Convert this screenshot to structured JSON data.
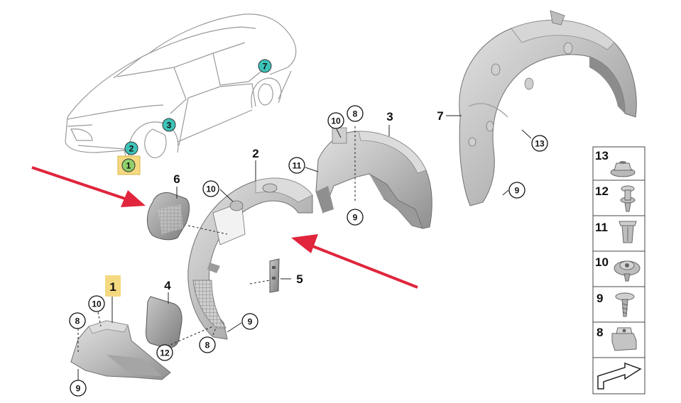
{
  "car_markers": [
    {
      "label": "1",
      "style": "highlight-square"
    },
    {
      "label": "2",
      "style": "teal-circle"
    },
    {
      "label": "3",
      "style": "teal-circle"
    },
    {
      "label": "7",
      "style": "teal-circle"
    }
  ],
  "parts": {
    "p1": "1",
    "p2": "2",
    "p3": "3",
    "p4": "4",
    "p5": "5",
    "p6": "6",
    "p7": "7"
  },
  "callouts": {
    "c10_a": "10",
    "c8_a": "8",
    "c9_a": "9",
    "c10_b": "10",
    "c12": "12",
    "c8_b": "8",
    "c9_b": "9",
    "c10_c": "10",
    "c8_c": "8",
    "c11": "11",
    "c9_c": "9",
    "c13": "13",
    "c9_d": "9"
  },
  "legend": [
    {
      "label": "13",
      "icon": "flange-nut-icon"
    },
    {
      "label": "12",
      "icon": "push-rivet-icon"
    },
    {
      "label": "11",
      "icon": "expanding-rivet-icon"
    },
    {
      "label": "10",
      "icon": "flange-nut-washer-icon"
    },
    {
      "label": "9",
      "icon": "screw-icon"
    },
    {
      "label": "8",
      "icon": "spring-nut-icon"
    }
  ],
  "legend_footer_icon": "part-reference-arrow-icon",
  "colors": {
    "teal_marker": "#3cc3b8",
    "highlight_yellow": "#f4d980",
    "highlight_green": "#8fcf6c",
    "red_arrow": "#e0253c",
    "part_gray": "#b7b7b7"
  }
}
